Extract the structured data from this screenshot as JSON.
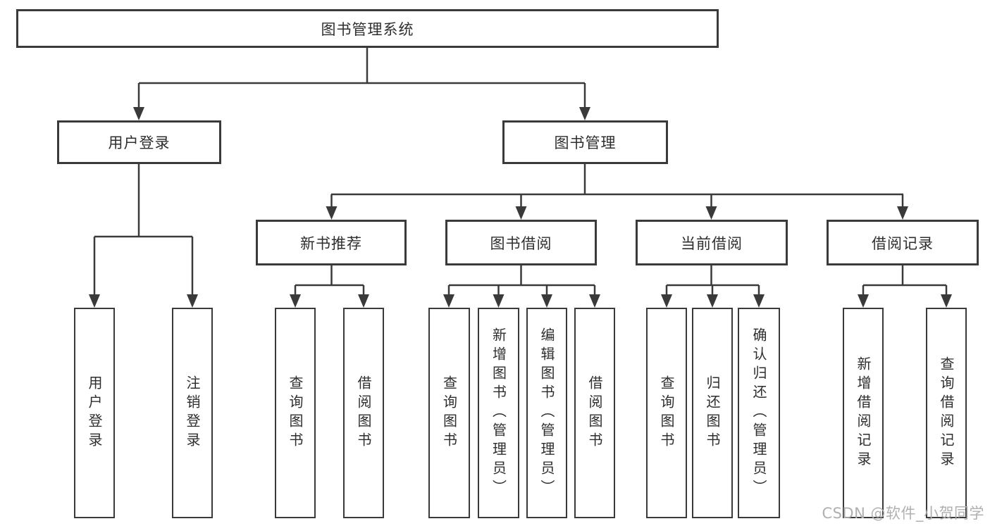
{
  "diagram": {
    "root": {
      "label": "图书管理系统"
    },
    "level2": [
      {
        "label": "用户登录"
      },
      {
        "label": "图书管理"
      }
    ],
    "level3": [
      {
        "label": "新书推荐"
      },
      {
        "label": "图书借阅"
      },
      {
        "label": "当前借阅"
      },
      {
        "label": "借阅记录"
      }
    ],
    "leaves": {
      "user_login": [
        {
          "label": "用户登录"
        },
        {
          "label": "注销登录"
        }
      ],
      "new_book_recommend": [
        {
          "label": "查询图书"
        },
        {
          "label": "借阅图书"
        }
      ],
      "book_borrow": [
        {
          "label": "查询图书"
        },
        {
          "label": "新增图书（管理员）"
        },
        {
          "label": "编辑图书（管理员）"
        },
        {
          "label": "借阅图书"
        }
      ],
      "current_borrow": [
        {
          "label": "查询图书"
        },
        {
          "label": "归还图书"
        },
        {
          "label": "确认归还（管理员）"
        }
      ],
      "borrow_records": [
        {
          "label": "新增借阅记录"
        },
        {
          "label": "查询借阅记录"
        }
      ]
    },
    "colors": {
      "line": "#3a3a3a",
      "text": "#2e2e2e",
      "background": "#ffffff"
    }
  },
  "watermark": {
    "text": "CSDN @软件_小贺同学",
    "color": "#b0b0b0"
  }
}
